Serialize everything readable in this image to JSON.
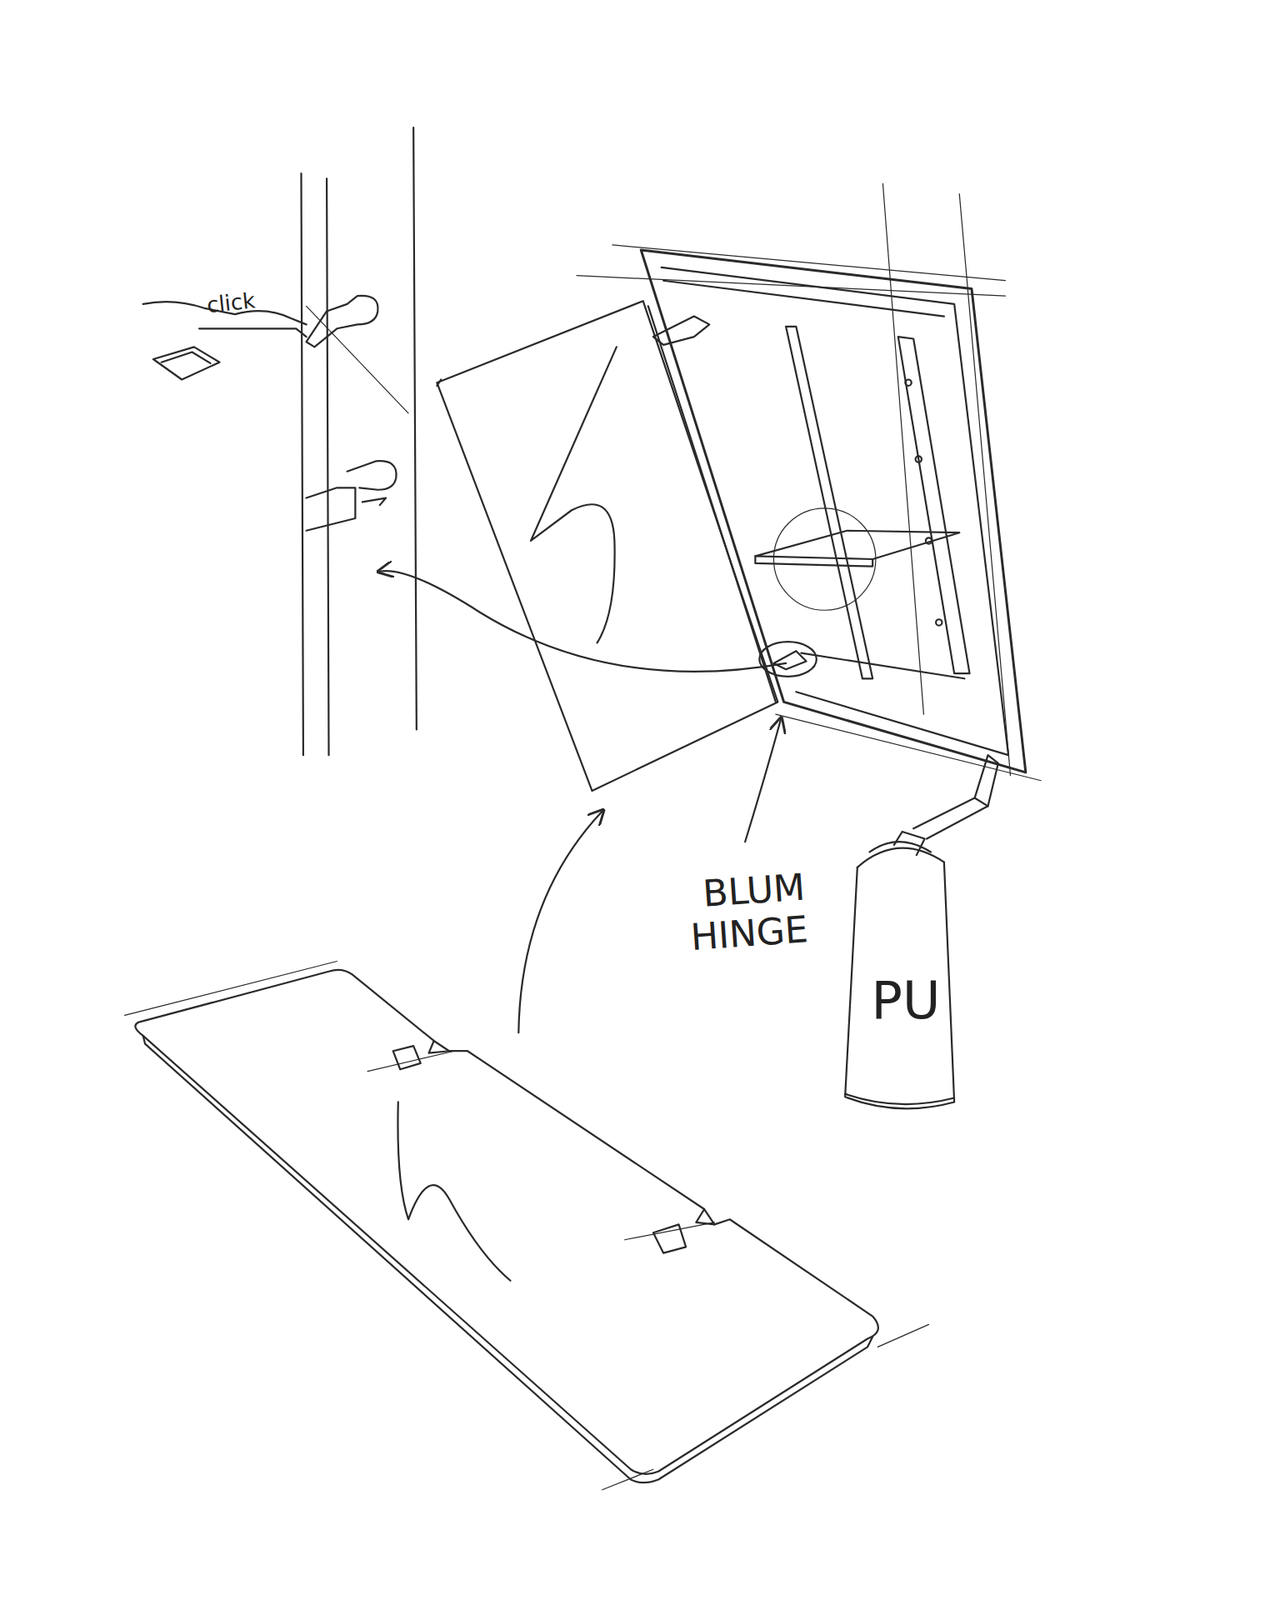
{
  "diagram": {
    "labels": [
      "click",
      "BLUM HINGE",
      "PU"
    ]
  }
}
